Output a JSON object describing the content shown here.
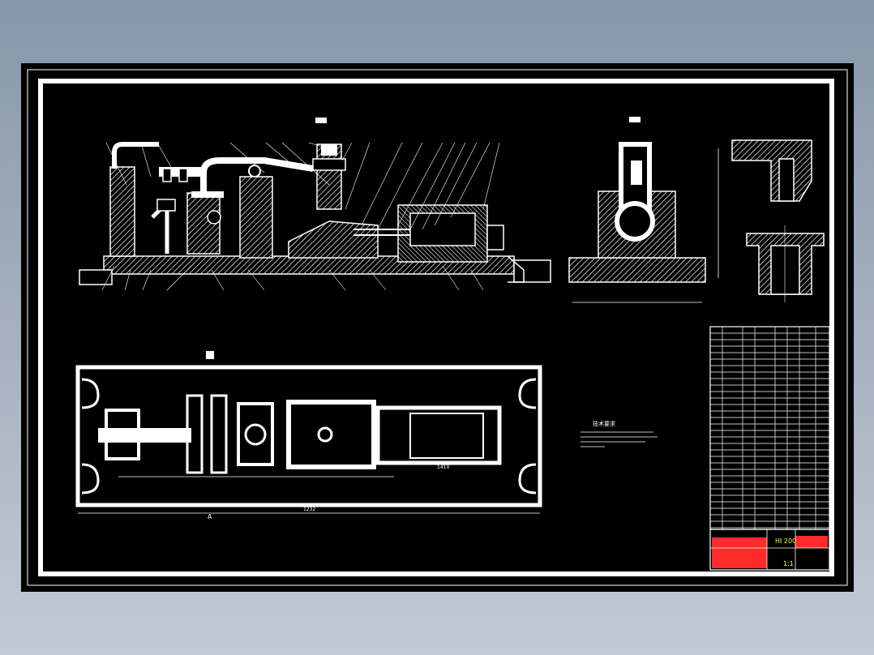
{
  "drawing": {
    "background": "#000000",
    "line_color": "#ffffff",
    "accent_red": "#ff2a2a",
    "accent_yellow": "#ffff33",
    "title_block": {
      "model": "HI 200",
      "scale": "1:1"
    },
    "tech_requirements": {
      "heading": "技术要求"
    },
    "dim_width": "1410",
    "dim_length": "1232",
    "section_mark": "A"
  }
}
